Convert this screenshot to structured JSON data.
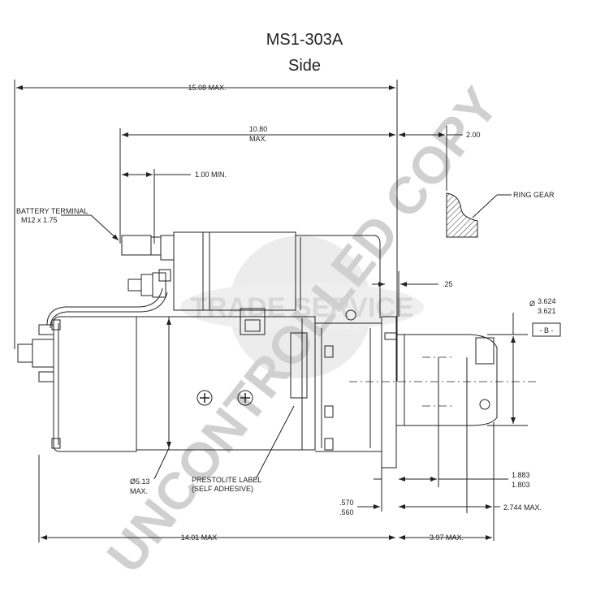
{
  "title": "MS1-303A",
  "subtitle": "Side",
  "dimensions": {
    "overall_length": "15.08 MAX.",
    "body_length_1": "10.80",
    "body_length_2": "MAX.",
    "min_gap": "1.00 MIN.",
    "gear_offset": "2.00",
    "flange_gap": ".25",
    "pilot_dia_prefix": "Ø",
    "pilot_dia_max": "3.624",
    "pilot_dia_min": "3.621",
    "datum": "- B -",
    "body_dia_1": "Ø5.13",
    "body_dia_2": "MAX.",
    "pinion_1": "1.883",
    "pinion_2": "1.803",
    "flange_1": ".570",
    "flange_2": ".560",
    "nose_length": "2.744 MAX.",
    "rear_length": "14.01 MAX",
    "front_length": "3.97 MAX."
  },
  "labels": {
    "battery_1": "BATTERY TERMINAL",
    "battery_2": "M12 x 1.75",
    "ring_gear": "RING GEAR",
    "label_1": "PRESTOLITE LABEL",
    "label_2": "(SELF ADHESIVE)"
  },
  "watermarks": {
    "trade": "TRADE SERVICE",
    "copy": "UNCONTROLLED COPY"
  }
}
